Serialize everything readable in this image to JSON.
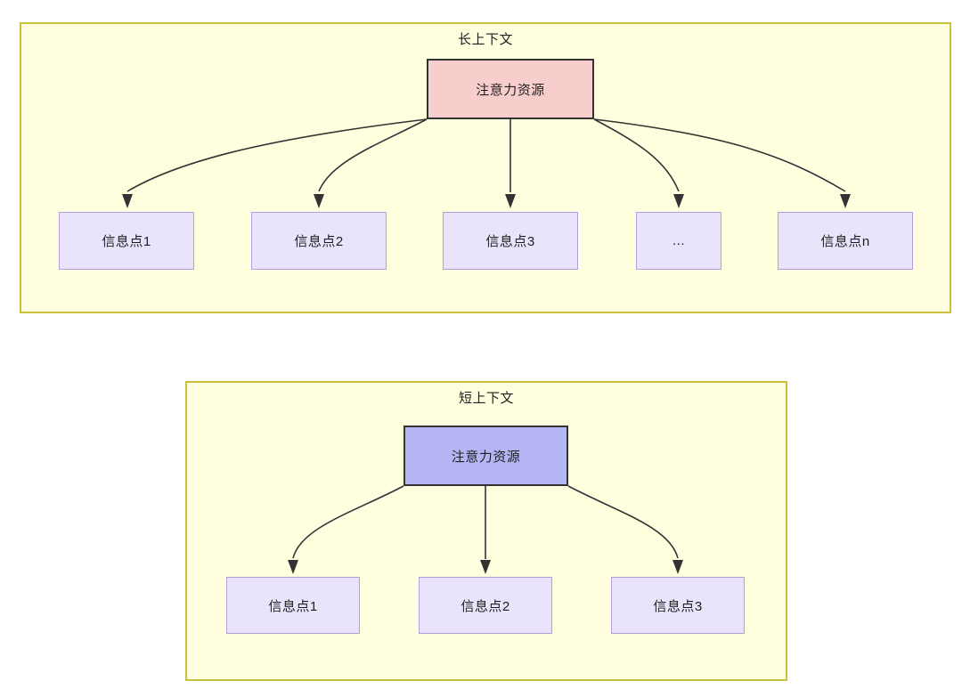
{
  "diagram": {
    "type": "node-link",
    "groups": [
      {
        "id": "long-context",
        "title": "长上下文",
        "fill": "#ffffdf",
        "border": "#c9c13a",
        "root": {
          "label": "注意力资源",
          "fill": "#f8cecc",
          "border": "#333333"
        },
        "leaves": [
          {
            "label": "信息点1"
          },
          {
            "label": "信息点2"
          },
          {
            "label": "信息点3"
          },
          {
            "label": "..."
          },
          {
            "label": "信息点n"
          }
        ],
        "leaf_fill": "#e9e4fb",
        "leaf_border": "#b49ae0",
        "edge_count": 5
      },
      {
        "id": "short-context",
        "title": "短上下文",
        "fill": "#ffffdf",
        "border": "#c9c13a",
        "root": {
          "label": "注意力资源",
          "fill": "#b5b5f5",
          "border": "#333333"
        },
        "leaves": [
          {
            "label": "信息点1"
          },
          {
            "label": "信息点2"
          },
          {
            "label": "信息点3"
          }
        ],
        "leaf_fill": "#e9e4fb",
        "leaf_border": "#b49ae0",
        "edge_count": 3
      }
    ],
    "edge_style": {
      "stroke": "#333333",
      "arrowhead": "solid-triangle",
      "shape": "curved"
    },
    "background": "#ffffff"
  }
}
